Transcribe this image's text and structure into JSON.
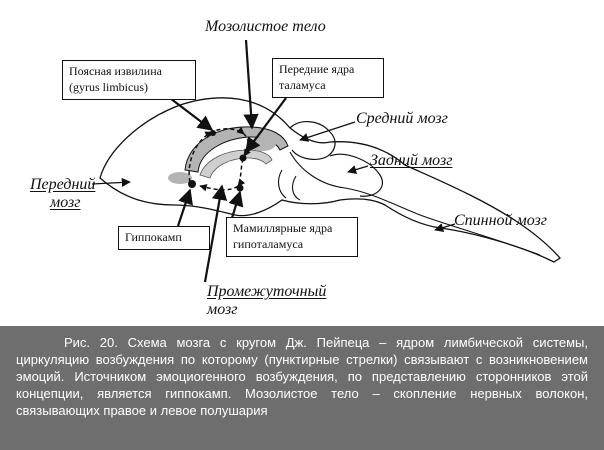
{
  "labels": {
    "corpus_callosum": "Мозолистое тело",
    "midbrain": "Средний мозг",
    "hindbrain": "Задний мозг",
    "spinal_cord": "Спинной мозг",
    "forebrain_line1": "Передний",
    "forebrain_line2": "мозг",
    "diencephalon_line1": "Промежуточный",
    "diencephalon_line2": "мозг"
  },
  "boxes": {
    "cingulate_gyrus": [
      "Поясная извилина",
      "(gyrus limbicus)"
    ],
    "anterior_thalamus": [
      "Передние ядра",
      "таламуса"
    ],
    "hippocampus": [
      "Гиппокамп"
    ],
    "mamillary": [
      "Мамиллярные ядра",
      "гипоталамуса"
    ]
  },
  "caption": "Рис. 20. Схема мозга с кругом Дж. Пейпеца – ядром лимбической системы, циркуляцию  возбуждения по которому (пунктирные стрелки) связывают с возникновением эмоций.  Источником эмоциогенного возбуждения, по представлению сторонников этой концепции, является гиппокамп. Мозолистое тело – скопление нервных волокон, связывающих правое и левое полушария",
  "colors": {
    "caption_background": "#6e6e6e",
    "caption_text": "#ffffff",
    "ink": "#111111",
    "shading": "#b4b4b4"
  }
}
